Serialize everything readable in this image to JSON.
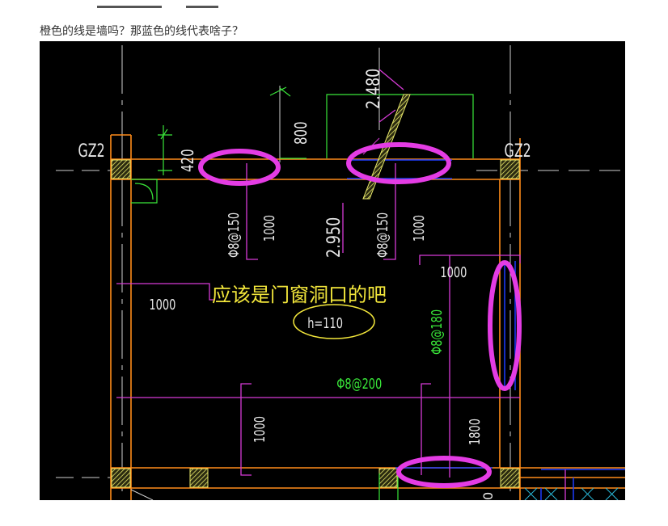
{
  "post": {
    "question": "橙色的线是墙吗？那蓝色的线代表啥子？"
  },
  "drawing": {
    "labels": {
      "gz_left": "GZ2",
      "gz_right": "GZ2",
      "dim_420": "420",
      "dim_800": "800",
      "dim_2480": "2.480",
      "dim_2950": "2.950",
      "rebar_150_left": "Φ8@150",
      "rebar_150_right": "Φ8@150",
      "len_1000_a": "1000",
      "len_1000_b": "1000",
      "len_1000_right": "1000",
      "len_1000_left": "1000",
      "len_1000_bottom": "1000",
      "len_1800": "1800",
      "rebar_180": "Φ8@180",
      "rebar_200": "Φ8@200",
      "slab_h": "h=110",
      "annotation": "应该是门窗洞口的吧",
      "zero": "0"
    },
    "colors": {
      "background": "#000000",
      "wall_orange": "#ff8c1a",
      "blue": "#1e3cff",
      "magenta_line": "#d63bd6",
      "highlight_ellipse": "#e43ce4",
      "green": "#39e639",
      "yellow_text": "#f2e63b",
      "white_text": "#e8e8e8"
    }
  }
}
